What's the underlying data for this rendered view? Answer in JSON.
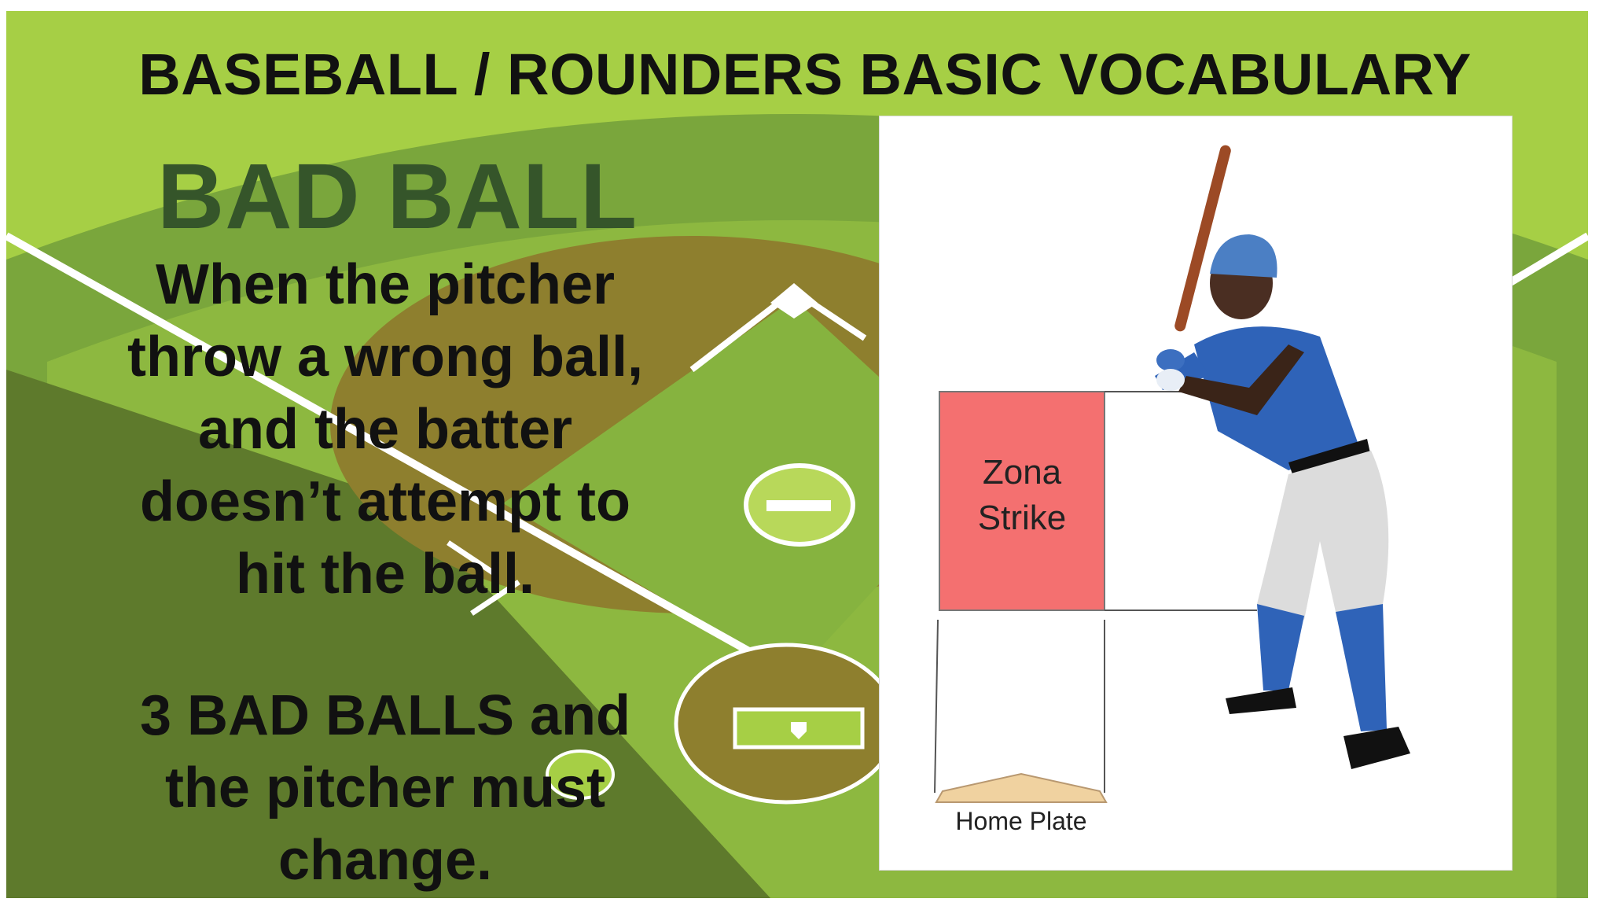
{
  "slide": {
    "title": "BASEBALL / ROUNDERS BASIC VOCABULARY",
    "term": "BAD BALL",
    "definition_lines": [
      "When the pitcher",
      "throw a wrong ball,",
      "and the batter",
      "doesn’t attempt to",
      "hit the ball."
    ],
    "rule_lines": [
      "3 BAD BALLS and",
      "the pitcher must",
      "change."
    ]
  },
  "diagram": {
    "zone_label_line1": "Zona",
    "zone_label_line2": "Strike",
    "plate_label": "Home Plate",
    "zone_color": "#f47070"
  },
  "colors": {
    "grass_light": "#a6cf45",
    "grass_mid": "#7aa63c",
    "grass_dark": "#5e7a2c",
    "dirt": "#8e7f2e",
    "term_color": "#35552a",
    "text": "#111111"
  },
  "icons": {
    "background": "baseball-field-illustration",
    "figure": "baseball-batter-figure"
  }
}
